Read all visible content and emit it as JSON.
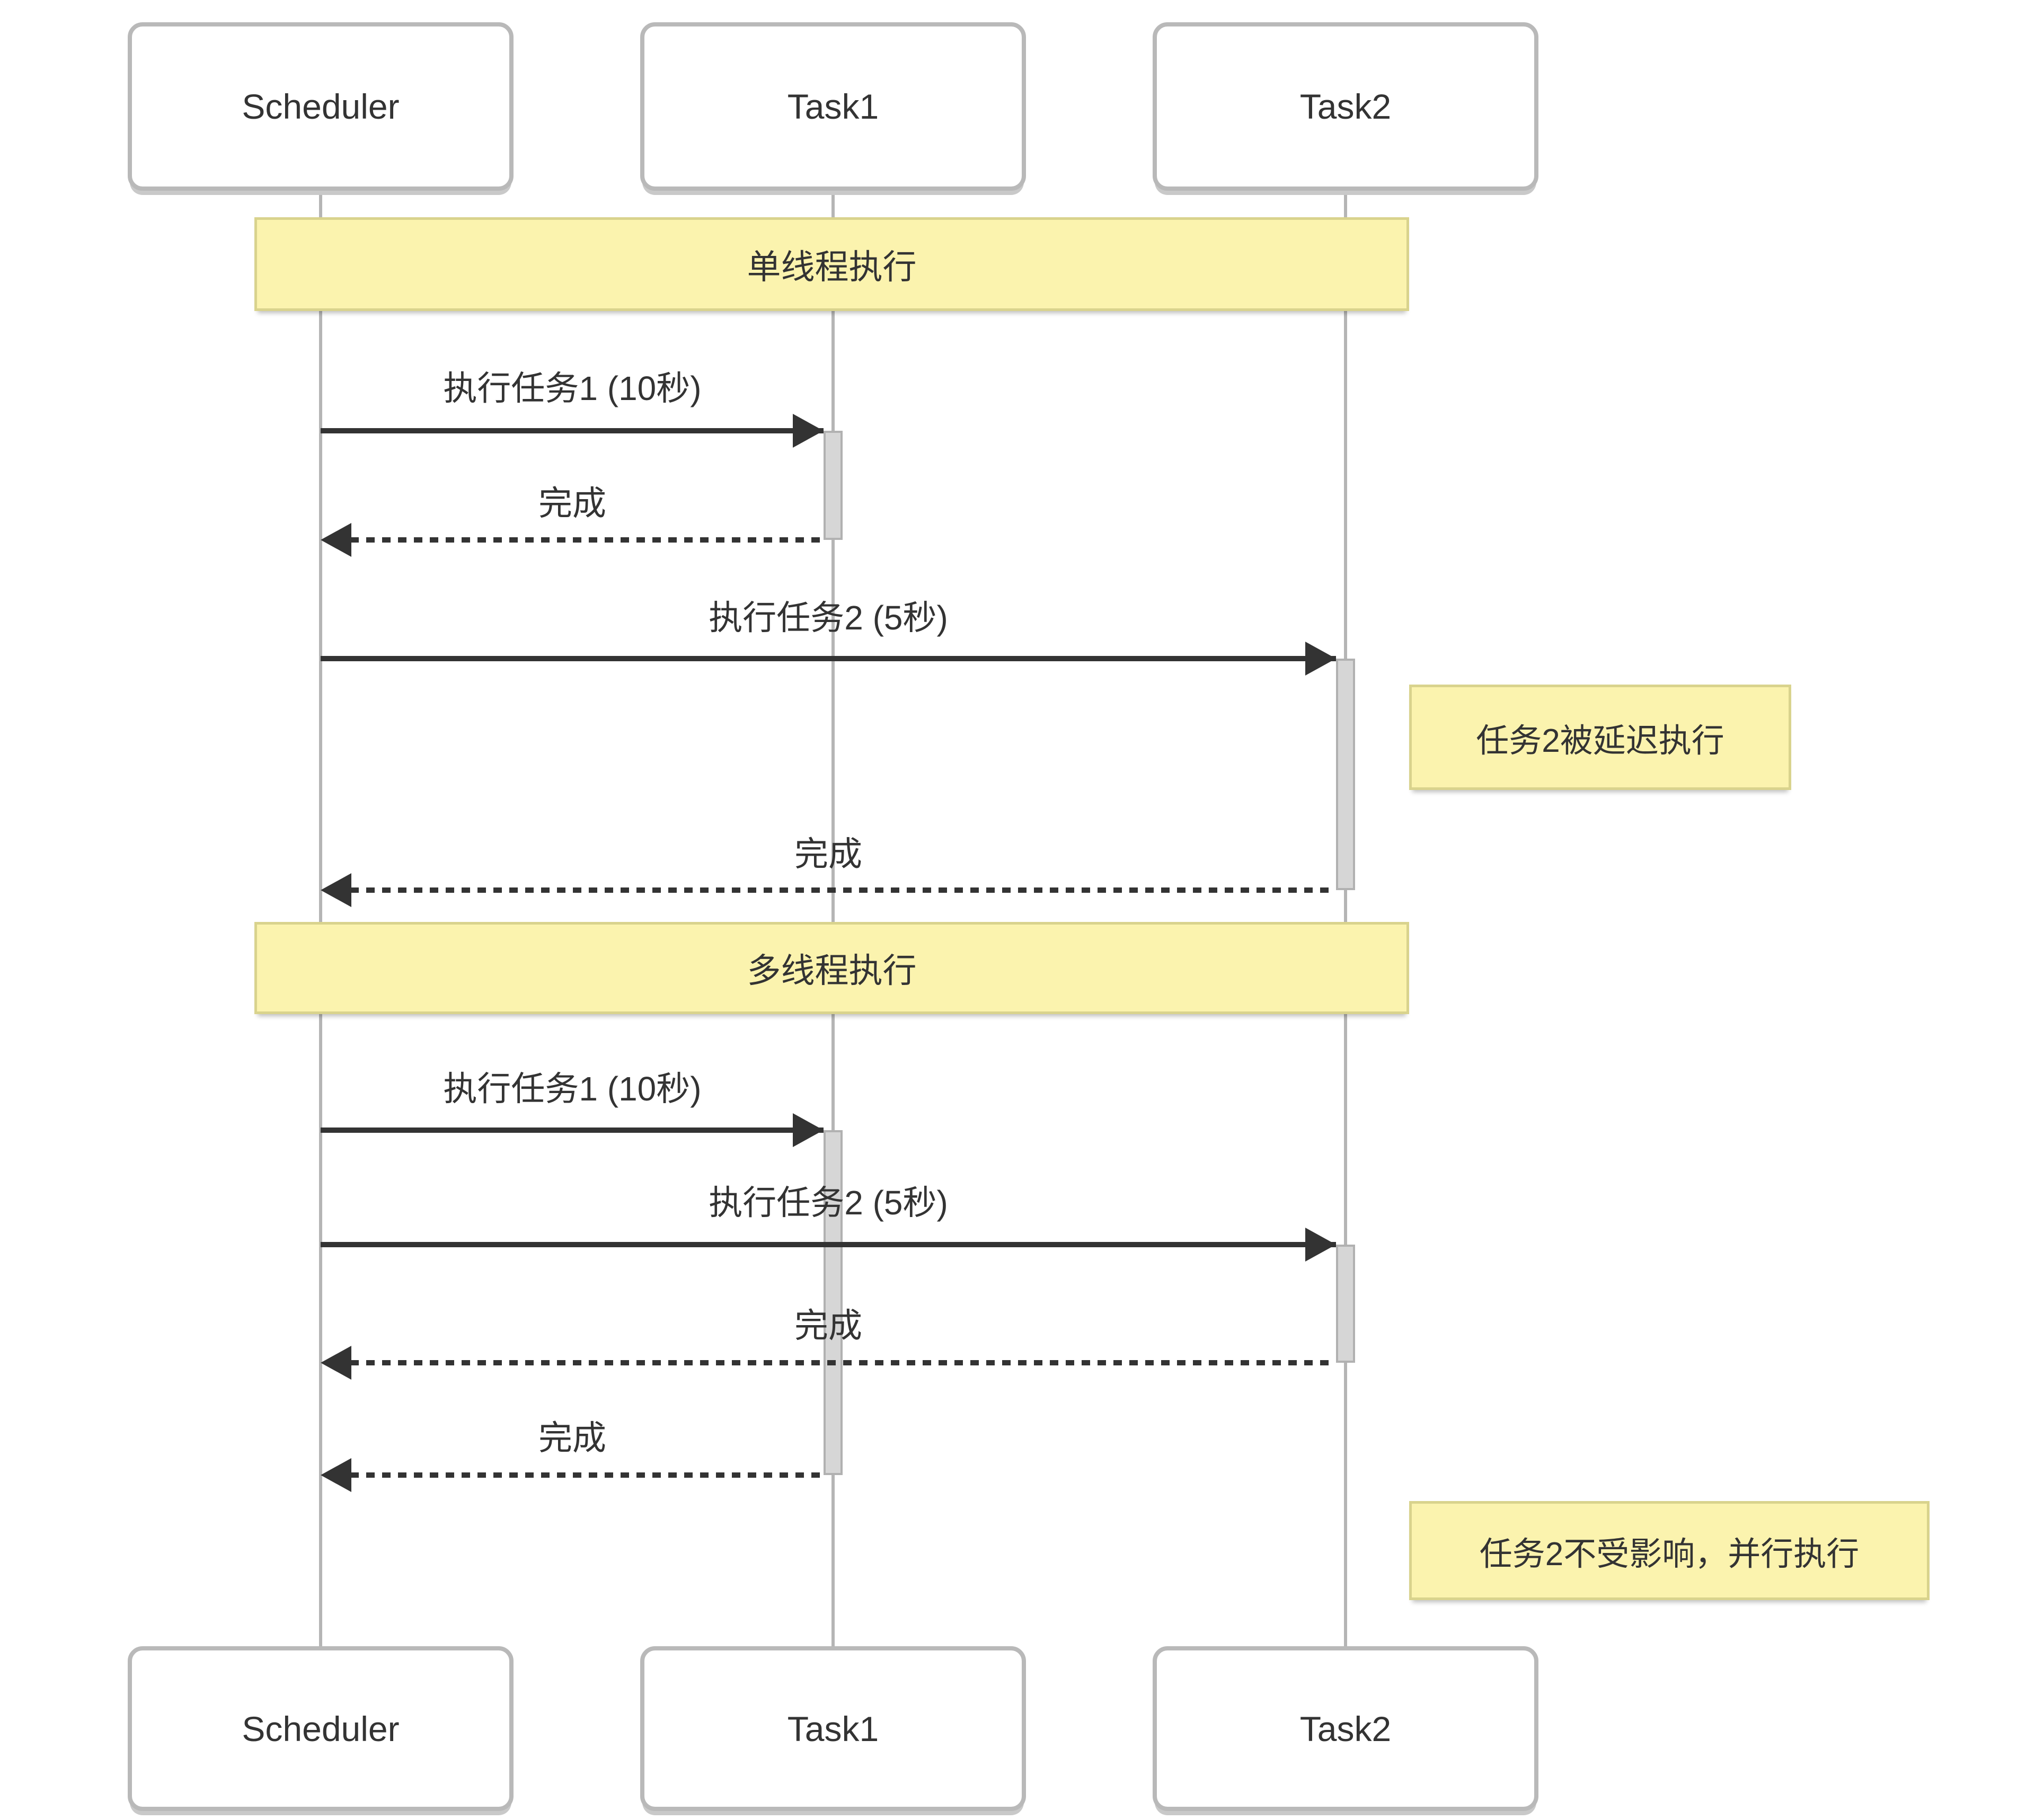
{
  "diagram": {
    "type": "sequence-diagram",
    "actors": [
      {
        "id": "scheduler",
        "label": "Scheduler"
      },
      {
        "id": "task1",
        "label": "Task1"
      },
      {
        "id": "task2",
        "label": "Task2"
      }
    ],
    "sections": [
      {
        "label": "单线程执行"
      },
      {
        "label": "多线程执行"
      }
    ],
    "messages": [
      {
        "from": "Scheduler",
        "to": "Task1",
        "label": "执行任务1 (10秒)",
        "style": "solid"
      },
      {
        "from": "Task1",
        "to": "Scheduler",
        "label": "完成",
        "style": "dashed"
      },
      {
        "from": "Scheduler",
        "to": "Task2",
        "label": "执行任务2 (5秒)",
        "style": "solid"
      },
      {
        "from": "Task2",
        "to": "Scheduler",
        "label": "完成",
        "style": "dashed"
      },
      {
        "from": "Scheduler",
        "to": "Task1",
        "label": "执行任务1 (10秒)",
        "style": "solid"
      },
      {
        "from": "Scheduler",
        "to": "Task2",
        "label": "执行任务2 (5秒)",
        "style": "solid"
      },
      {
        "from": "Task2",
        "to": "Scheduler",
        "label": "完成",
        "style": "dashed"
      },
      {
        "from": "Task1",
        "to": "Scheduler",
        "label": "完成",
        "style": "dashed"
      }
    ],
    "notes": [
      {
        "anchor": "task2",
        "label": "任务2被延迟执行"
      },
      {
        "anchor": "task2",
        "label": "任务2不受影响，并行执行"
      }
    ]
  },
  "colors": {
    "background": "#ffffff",
    "text": "#333333",
    "arrow": "#333333",
    "lifeline": "#b5b5b5",
    "actor_border": "#b9b9b9",
    "activation_fill": "#d6d6d6",
    "activation_border": "#b1b1b1",
    "note_fill": "#fbf3ae",
    "note_border": "#d9d38d"
  }
}
